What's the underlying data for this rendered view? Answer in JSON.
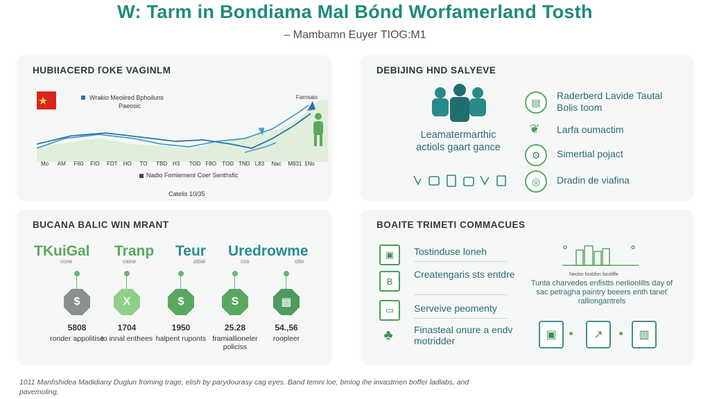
{
  "title": "W: Tarm in Bondiama Mal Bónd Worfamerland Tosth",
  "subtitle": "– Mambamn Euyer TIOG:M1",
  "panel1": {
    "heading": "HUBIIACERD ľOKE VAGINLM",
    "legend_top": "Wrakio Meoiired Bphoiluns",
    "legend_top_sub": "Paeosic",
    "callout": "Farnsaio",
    "legend_bottom": "Nadio Fomlement Coer Senthsfic",
    "caption": "Catelis 10/35",
    "ticks": [
      "Mo",
      "AM",
      "F60",
      "FIO",
      "FDT",
      "HO",
      "TO",
      "TBD",
      "H3",
      "TOD",
      "F8O",
      "TOD",
      "TND",
      "L83",
      "Nac",
      "M831",
      "1No"
    ],
    "colors": {
      "line_dark": "#2a72a8",
      "line_light": "#4a9ad0",
      "area": "#e0eedb",
      "accent": "#5aa860"
    }
  },
  "panel2": {
    "heading": "DEBIJING HND SALYEVE",
    "center_text": "Leamatermarthic actiols gaart gance",
    "items": [
      {
        "icon": "notebook-icon",
        "label": "Raderberd Lavide Tautal Bolis toom"
      },
      {
        "icon": "leaf-icon",
        "label": "Larfa oumactim"
      },
      {
        "icon": "gear-icon",
        "label": "Simertial pojact"
      },
      {
        "icon": "badge-icon",
        "label": "Dradin de viafina"
      }
    ]
  },
  "panel3": {
    "heading": "BUCANA BALIC WIN MRANT",
    "columns": [
      {
        "word": "TKuiGal",
        "word_sub": "cone",
        "color": "#5aa860",
        "shape_color": "#8a8f8f",
        "symbol": "$",
        "stat": "5808",
        "label": "ronder appolitise"
      },
      {
        "word": "Tranp",
        "word_sub": "caine",
        "color": "#5aa860",
        "shape_color": "#8fcf8a",
        "symbol": "X",
        "stat": "1704",
        "label": "to innal enthees"
      },
      {
        "word": "Teur",
        "word_sub": "ottial",
        "color": "#2a8a96",
        "shape_color": "#5aa860",
        "symbol": "$",
        "stat": "1950",
        "label": "halpent ruponts"
      },
      {
        "word": "Uredrowme",
        "word_sub": "cos",
        "color": "#2a8a96",
        "shape_color": "#5aa860",
        "symbol": "S",
        "stat": "25.28",
        "label": "framiallioneler policiss"
      },
      {
        "word": "",
        "word_sub": "otte",
        "color": "#2a8a96",
        "shape_color": "#4e9a60",
        "symbol": "▦",
        "stat": "54.,56",
        "label": "roopleer"
      }
    ]
  },
  "panel4": {
    "heading": "BOAITE TRIMETI COMMACUES",
    "rows": [
      {
        "icon": "document-icon",
        "label": "Tostinduse loneh"
      },
      {
        "icon": "ledger-icon",
        "label": "Createngaris sts entdre"
      },
      {
        "icon": "wallet-icon",
        "label": "Serveive peomenty"
      },
      {
        "icon": "tree-icon",
        "label": "Finasteal onure a endv motridder"
      }
    ],
    "right_small": "Neobo foobfon fandiffe",
    "right_text": "Tunta charvedes enfistts nerlionlilts day of sac petragha paintry beeers enth taneť ralliongantrels"
  },
  "footnote": "1011 Manfishidea Madidiany Duglun froming trage, elish by parydourasy cag eyes. Band temni loe, bmlog ihe invastmen boffer ladlabs, and pavemoling,"
}
